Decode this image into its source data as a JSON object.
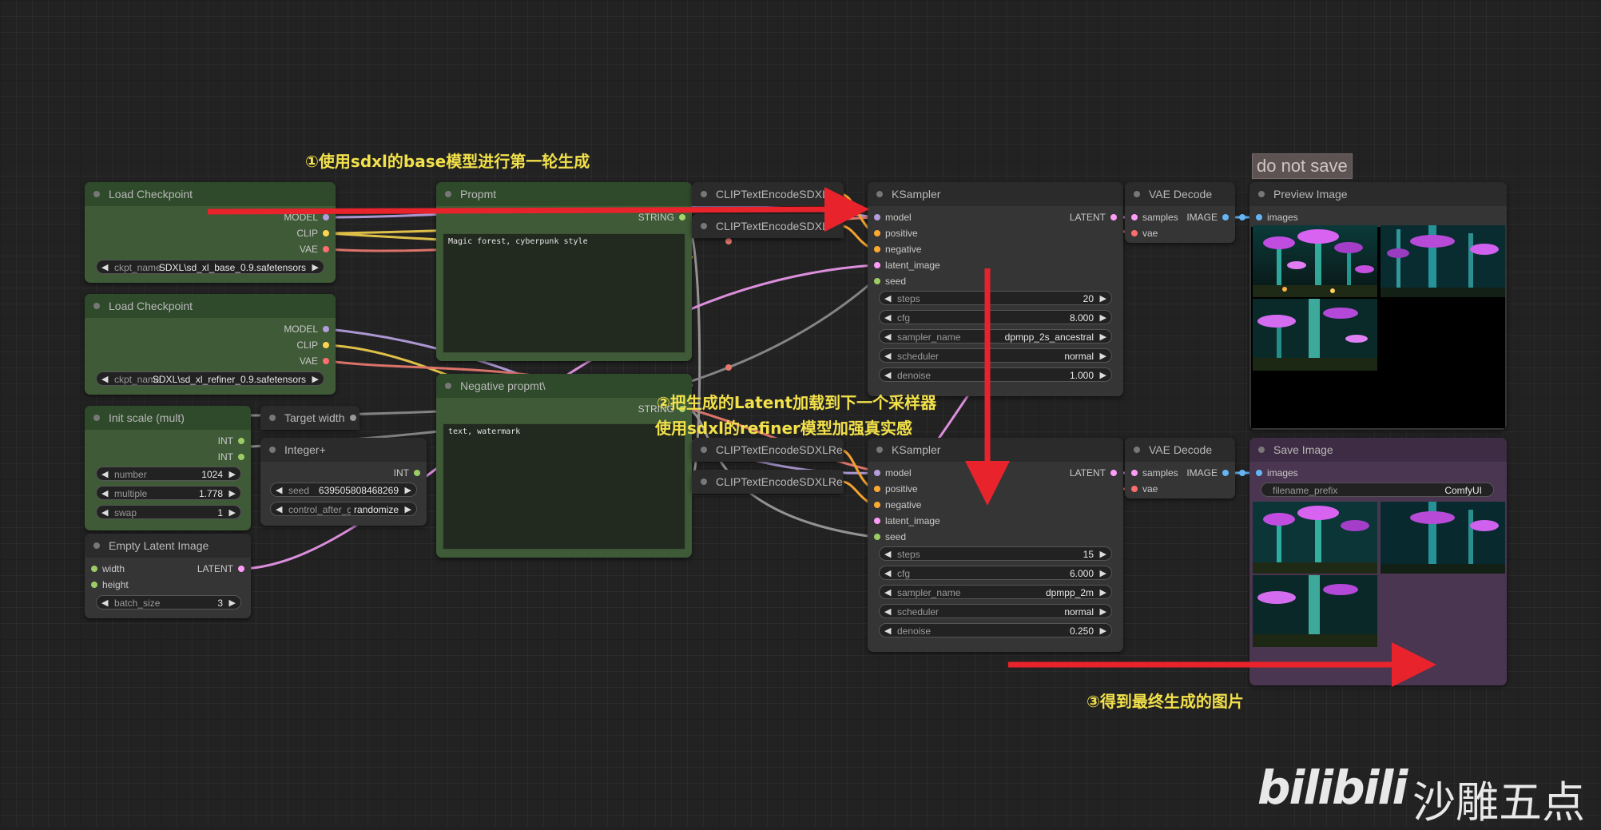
{
  "annotations": {
    "step1": "①使用sdxl的base模型进行第一轮生成",
    "step2_line1": "②把生成的Latent加载到下一个采样器",
    "step2_line2": "使用sdxl的refiner模型加强真实感",
    "step3": "③得到最终生成的图片"
  },
  "group_label": "do not save",
  "watermark": {
    "logo": "bilibili",
    "author": "沙雕五点"
  },
  "nodes": {
    "load_checkpoint_base": {
      "title": "Load Checkpoint",
      "outputs": [
        "MODEL",
        "CLIP",
        "VAE"
      ],
      "ckpt_label": "ckpt_name",
      "ckpt_value": "SDXL\\sd_xl_base_0.9.safetensors"
    },
    "load_checkpoint_refiner": {
      "title": "Load Checkpoint",
      "outputs": [
        "MODEL",
        "CLIP",
        "VAE"
      ],
      "ckpt_label": "ckpt_name",
      "ckpt_value": "SDXL\\sd_xl_refiner_0.9.safetensors"
    },
    "init_scale": {
      "title": "Init scale (mult)",
      "outputs": [
        "INT",
        "INT"
      ],
      "widgets": [
        {
          "label": "number",
          "value": "1024"
        },
        {
          "label": "multiple",
          "value": "1.778"
        },
        {
          "label": "swap",
          "value": "1"
        }
      ]
    },
    "target_width": {
      "title": "Target width"
    },
    "integer_plus": {
      "title": "Integer+",
      "output": "INT",
      "widgets": [
        {
          "label": "seed",
          "value": "639505808468269"
        },
        {
          "label": "control_after_generate",
          "value": "randomize"
        }
      ]
    },
    "empty_latent": {
      "title": "Empty Latent Image",
      "inputs": [
        "width",
        "height"
      ],
      "output": "LATENT",
      "widgets": [
        {
          "label": "batch_size",
          "value": "3"
        }
      ]
    },
    "prompt": {
      "title": "Propmt",
      "output": "STRING",
      "text": "Magic forest, cyberpunk style"
    },
    "negative_prompt": {
      "title": "Negative propmt\\",
      "output": "STRING",
      "text": "text, watermark"
    },
    "clip1": {
      "title": "CLIPTextEncodeSDXL"
    },
    "clip2": {
      "title": "CLIPTextEncodeSDXL"
    },
    "clip3": {
      "title": "CLIPTextEncodeSDXLRe"
    },
    "clip4": {
      "title": "CLIPTextEncodeSDXLRe"
    },
    "ksampler1": {
      "title": "KSampler",
      "inputs": [
        "model",
        "positive",
        "negative",
        "latent_image",
        "seed"
      ],
      "output": "LATENT",
      "widgets": [
        {
          "label": "steps",
          "value": "20"
        },
        {
          "label": "cfg",
          "value": "8.000"
        },
        {
          "label": "sampler_name",
          "value": "dpmpp_2s_ancestral"
        },
        {
          "label": "scheduler",
          "value": "normal"
        },
        {
          "label": "denoise",
          "value": "1.000"
        }
      ]
    },
    "ksampler2": {
      "title": "KSampler",
      "inputs": [
        "model",
        "positive",
        "negative",
        "latent_image",
        "seed"
      ],
      "output": "LATENT",
      "widgets": [
        {
          "label": "steps",
          "value": "15"
        },
        {
          "label": "cfg",
          "value": "6.000"
        },
        {
          "label": "sampler_name",
          "value": "dpmpp_2m"
        },
        {
          "label": "scheduler",
          "value": "normal"
        },
        {
          "label": "denoise",
          "value": "0.250"
        }
      ]
    },
    "vae_decode1": {
      "title": "VAE Decode",
      "inputs": [
        "samples",
        "vae"
      ],
      "output": "IMAGE"
    },
    "vae_decode2": {
      "title": "VAE Decode",
      "inputs": [
        "samples",
        "vae"
      ],
      "output": "IMAGE"
    },
    "preview_image": {
      "title": "Preview Image",
      "input": "images"
    },
    "save_image": {
      "title": "Save Image",
      "input": "images",
      "widgets": [
        {
          "label": "filename_prefix",
          "value": "ComfyUI"
        }
      ]
    }
  },
  "colors": {
    "model": "#b39ddb",
    "clip": "#ffd54f",
    "vae": "#ff6e6e",
    "latent": "#ff9cf9",
    "int": "#9ccc65",
    "string": "#a5d66b",
    "image": "#64b5f6",
    "conditioning": "#ffa931",
    "arrow": "#e8232b"
  }
}
